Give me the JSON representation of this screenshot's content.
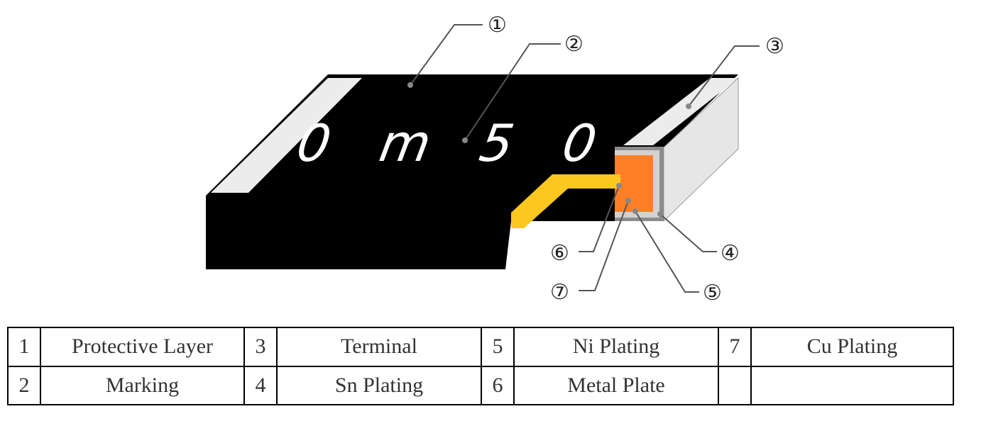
{
  "diagram": {
    "marking_text": "0m50",
    "callouts": [
      "①",
      "②",
      "③",
      "④",
      "⑤",
      "⑥",
      "⑦"
    ],
    "colors": {
      "body": "#000000",
      "terminal": "#ececec",
      "metal_plate": "#fcc81f",
      "cu_plating": "#ff7f27",
      "ni_plating": "#d2d2d2",
      "sn_plating": "#8c8c8c",
      "leader": "#555555"
    }
  },
  "legend": {
    "rows": [
      [
        {
          "num": "1",
          "label": "Protective Layer"
        },
        {
          "num": "3",
          "label": "Terminal"
        },
        {
          "num": "5",
          "label": "Ni Plating"
        },
        {
          "num": "7",
          "label": "Cu Plating"
        }
      ],
      [
        {
          "num": "2",
          "label": "Marking"
        },
        {
          "num": "4",
          "label": "Sn Plating"
        },
        {
          "num": "6",
          "label": "Metal Plate"
        },
        {
          "num": "",
          "label": ""
        }
      ]
    ]
  }
}
